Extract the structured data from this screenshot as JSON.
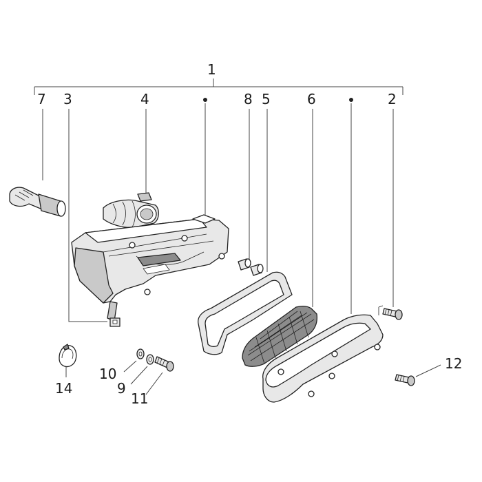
{
  "diagram": {
    "callouts": {
      "c1": "1",
      "c2": "2",
      "c3": "3",
      "c4": "4",
      "c5": "5",
      "c6": "6",
      "c7": "7",
      "c8": "8",
      "c9": "9",
      "c10": "10",
      "c11": "11",
      "c12": "12",
      "c14": "14"
    }
  }
}
